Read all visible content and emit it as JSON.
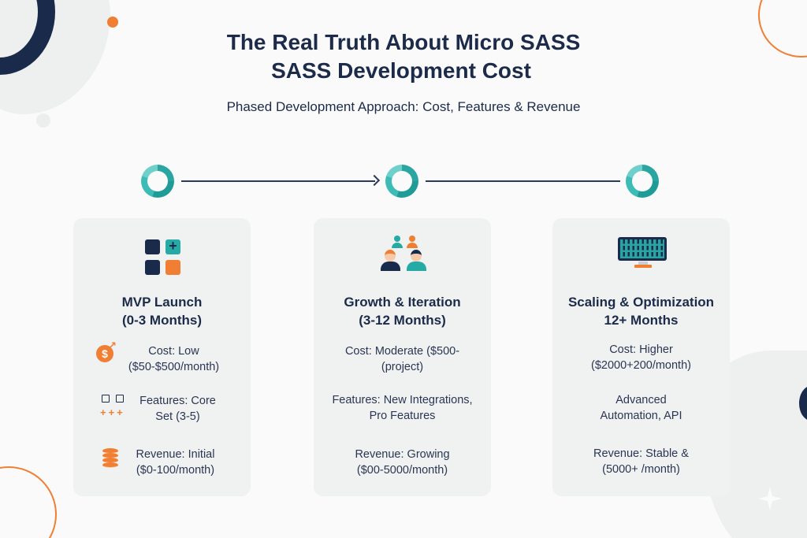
{
  "header": {
    "title_line1": "The Real Truth About Micro SASS",
    "title_line2": "SASS Development Cost",
    "subtitle": "Phased Development Approach: Cost, Features & Revenue"
  },
  "colors": {
    "navy": "#1a2a4a",
    "teal": "#26aaa5",
    "orange": "#f07f34",
    "card_bg": "#f0f1f1",
    "page_bg": "#fafafa"
  },
  "timeline": {
    "nodes": [
      "phase-1-node",
      "phase-2-node",
      "phase-3-node"
    ],
    "connector_icons": [
      "arrow-right-icon",
      "line"
    ]
  },
  "phases": [
    {
      "icon": "grid-plus-icon",
      "title_line1": "MVP Launch",
      "title_line2": "(0-3 Months)",
      "cost": {
        "icon": "dollar-coin-icon",
        "line1": "Cost: Low",
        "line2": "($50-$500/month)"
      },
      "features": {
        "icon": "checkbox-features-icon",
        "line1": "Features: Core",
        "line2": "Set (3-5)"
      },
      "revenue": {
        "icon": "coin-stack-icon",
        "line1": "Revenue: Initial",
        "line2": "($0-100/month)"
      }
    },
    {
      "icon": "team-collaboration-icon",
      "title_line1": "Growth & Iteration",
      "title_line2": "(3-12 Months)",
      "cost": {
        "line1": "Cost: Moderate ($500-",
        "line2": "(project)"
      },
      "features": {
        "line1": "Features: New Integrations,",
        "line2": "Pro Features"
      },
      "revenue": {
        "line1": "Revenue: Growing",
        "line2": "($00-5000/month)"
      }
    },
    {
      "icon": "keyboard-monitor-icon",
      "title_line1": "Scaling & Optimization",
      "title_line2": "12+ Months",
      "cost": {
        "line1": "Cost: Higher",
        "line2": "($2000+200/month)"
      },
      "features": {
        "line1": "Advanced",
        "line2": "Automation, API"
      },
      "revenue": {
        "line1": "Revenue: Stable &",
        "line2": "(5000+ /month)"
      }
    }
  ]
}
